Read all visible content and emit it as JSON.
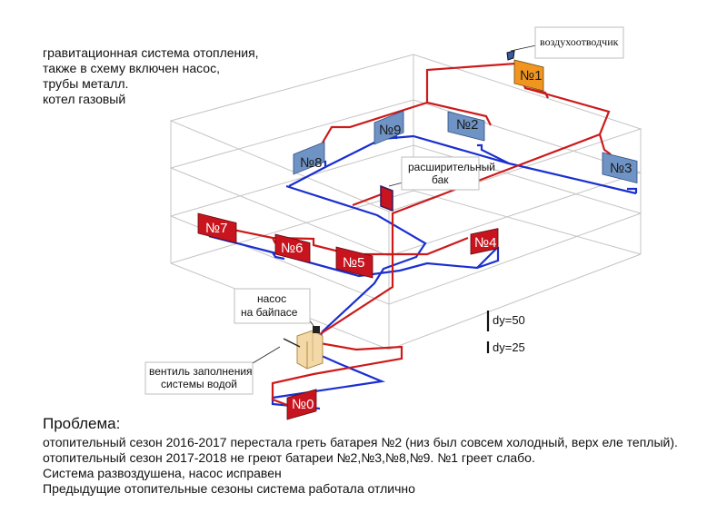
{
  "notes": [
    "гравитационная система отопления,",
    "также в схему включен насос,",
    "трубы металл.",
    "котел газовый"
  ],
  "callouts": {
    "air_vent": "воздухоотводчик",
    "expansion_tank_line1": "расширительный",
    "expansion_tank_line2": "бак",
    "pump_line1": "насос",
    "pump_line2": "на байпасе",
    "fill_valve_line1": "вентиль заполнения",
    "fill_valve_line2": "системы водой"
  },
  "radiators": [
    {
      "id": "r1",
      "label": "№1",
      "color": "#f0951f",
      "text_color": "#1a1a1a"
    },
    {
      "id": "r2",
      "label": "№2",
      "color": "#6f93c4",
      "text_color": "#1a1a1a"
    },
    {
      "id": "r3",
      "label": "№3",
      "color": "#6f93c4",
      "text_color": "#1a1a1a"
    },
    {
      "id": "r4",
      "label": "№4",
      "color": "#c8141e",
      "text_color": "#ffffff"
    },
    {
      "id": "r5",
      "label": "№5",
      "color": "#c8141e",
      "text_color": "#ffffff"
    },
    {
      "id": "r6",
      "label": "№6",
      "color": "#c8141e",
      "text_color": "#ffffff"
    },
    {
      "id": "r7",
      "label": "№7",
      "color": "#c8141e",
      "text_color": "#ffffff"
    },
    {
      "id": "r8",
      "label": "№8",
      "color": "#6f93c4",
      "text_color": "#1a1a1a"
    },
    {
      "id": "r9",
      "label": "№9",
      "color": "#6f93c4",
      "text_color": "#1a1a1a"
    },
    {
      "id": "r0",
      "label": "№0",
      "color": "#c8141e",
      "text_color": "#ffffff"
    }
  ],
  "scale": {
    "dy50": "dy=50",
    "dy25": "dy=25"
  },
  "problem": {
    "title": "Проблема:",
    "lines": [
      "отопительный сезон 2016-2017 перестала греть батарея №2 (низ был совсем холодный, верх еле теплый).",
      "отопительный сезон 2017-2018 не греют батареи №2,№3,№8,№9. №1 греет слабо.",
      "Система развоздушена, насос исправен",
      "Предыдущие отопительные сезоны система работала отлично"
    ]
  },
  "colors": {
    "supply_pipe": "#cc1a1a",
    "return_pipe": "#1a2fd0",
    "wireframe": "#c4c4c4"
  }
}
